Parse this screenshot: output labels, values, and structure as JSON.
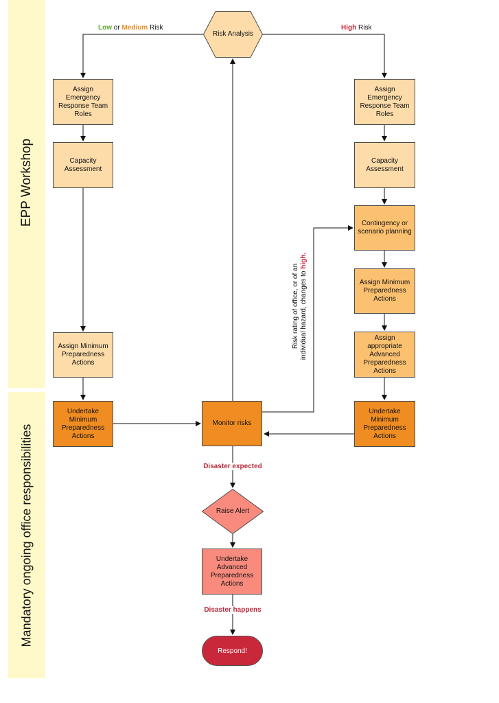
{
  "colors": {
    "low": "#5fa831",
    "medium": "#e8912a",
    "high": "#c8283a",
    "lane_bg": "#fff9c9",
    "event": "#b8293a"
  },
  "lanes": {
    "workshop": "EPP Workshop",
    "ongoing": "Mandatory ongoing office responsibilities"
  },
  "nodes": {
    "risk_analysis": "Risk Analysis",
    "left_assign_ert": "Assign Emergency Response Team Roles",
    "left_capacity": "Capacity Assessment",
    "left_assign_mpa": "Assign Minimum Preparedness Actions",
    "left_undertake_mpa": "Undertake Minimum Preparedness Actions",
    "right_assign_ert": "Assign Emergency Response Team Roles",
    "right_capacity": "Capacity Assessment",
    "contingency": "Contingency or scenario planning",
    "right_assign_mpa": "Assign Minimum Preparedness Actions",
    "assign_apa": "Assign appropriate Advanced Preparedness Actions",
    "right_undertake_mpa": "Undertake Minimum Preparedness Actions",
    "monitor": "Monitor risks",
    "raise_alert": "Raise Alert",
    "undertake_apa": "Undertake Advanced Preparedness Actions",
    "respond": "Respond!"
  },
  "edge_labels": {
    "low": "Low",
    "or": "or",
    "medium": "Medium",
    "risk_left": "Risk",
    "high": "High",
    "risk_right": "Risk",
    "disaster_expected": "Disaster expected",
    "disaster_happens": "Disaster happens",
    "risk_change_line1": "Risk rating of office, or of an",
    "risk_change_line2": "individual hazard, changes to",
    "risk_change_high": "high."
  }
}
